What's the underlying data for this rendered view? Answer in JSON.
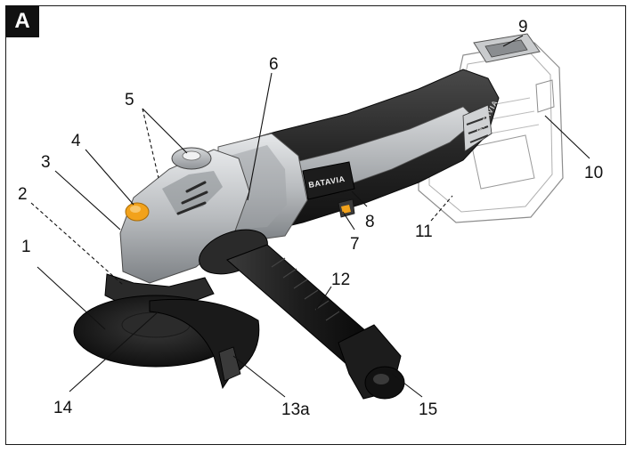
{
  "figure": {
    "panel_label": "A",
    "brand_text": "BATAVIA",
    "side_text": "BATAVIA",
    "callouts": [
      {
        "id": "1",
        "label": "1"
      },
      {
        "id": "2",
        "label": "2"
      },
      {
        "id": "3",
        "label": "3"
      },
      {
        "id": "4",
        "label": "4"
      },
      {
        "id": "5",
        "label": "5"
      },
      {
        "id": "6",
        "label": "6"
      },
      {
        "id": "7",
        "label": "7"
      },
      {
        "id": "8",
        "label": "8"
      },
      {
        "id": "9",
        "label": "9"
      },
      {
        "id": "10",
        "label": "10"
      },
      {
        "id": "11",
        "label": "11"
      },
      {
        "id": "12",
        "label": "12"
      },
      {
        "id": "13a",
        "label": "13a"
      },
      {
        "id": "14",
        "label": "14"
      },
      {
        "id": "15",
        "label": "15"
      }
    ]
  },
  "colors": {
    "tool_black": "#1c1c1c",
    "tool_silver": "#b9bcbf",
    "accent_orange": "#f2a21b"
  }
}
